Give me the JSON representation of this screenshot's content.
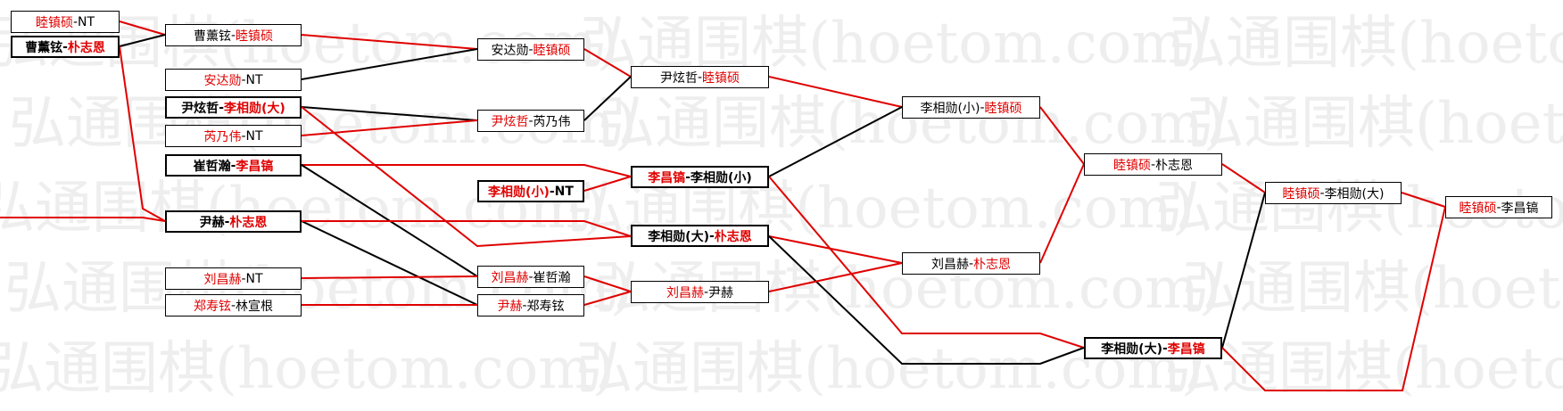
{
  "watermark": "弘通围棋(hoetom.com)",
  "colors": {
    "red": "#e00000",
    "black": "#000000",
    "watermark": "#eeeeee"
  },
  "matches": [
    {
      "id": "r1m1",
      "p1": "睦镇硕",
      "p2": "NT",
      "winner": 1,
      "bold": false
    },
    {
      "id": "r1m2",
      "p1": "曹薰铉",
      "p2": "朴志恩",
      "winner": 2,
      "bold": true
    },
    {
      "id": "r1m3",
      "p1": "安达勋",
      "p2": "NT",
      "winner": 1,
      "bold": false
    },
    {
      "id": "r1m4",
      "p1": "尹炫哲",
      "p2": "李相勋(大)",
      "winner": 2,
      "bold": true
    },
    {
      "id": "r1m5",
      "p1": "芮乃伟",
      "p2": "NT",
      "winner": 1,
      "bold": false
    },
    {
      "id": "r1m6",
      "p1": "崔哲瀚",
      "p2": "李昌镐",
      "winner": 2,
      "bold": true
    },
    {
      "id": "r1m7",
      "p1": "尹赫",
      "p2": "朴志恩",
      "winner": 2,
      "bold": true
    },
    {
      "id": "r1m8",
      "p1": "刘昌赫",
      "p2": "NT",
      "winner": 1,
      "bold": false
    },
    {
      "id": "r1m9",
      "p1": "郑寿铉",
      "p2": "林宣根",
      "winner": 1,
      "bold": false
    },
    {
      "id": "r2m1",
      "p1": "曹薰铉",
      "p2": "睦镇硕",
      "winner": 2,
      "bold": false
    },
    {
      "id": "r2m2",
      "p1": "李相勋(小)",
      "p2": "NT",
      "winner": 1,
      "bold": true
    },
    {
      "id": "r3m1",
      "p1": "安达勋",
      "p2": "睦镇硕",
      "winner": 2,
      "bold": false
    },
    {
      "id": "r3m2",
      "p1": "尹炫哲",
      "p2": "芮乃伟",
      "winner": 1,
      "bold": false
    },
    {
      "id": "r3m3",
      "p1": "刘昌赫",
      "p2": "崔哲瀚",
      "winner": 1,
      "bold": false
    },
    {
      "id": "r3m4",
      "p1": "尹赫",
      "p2": "郑寿铉",
      "winner": 1,
      "bold": false
    },
    {
      "id": "r4m1",
      "p1": "尹炫哲",
      "p2": "睦镇硕",
      "winner": 2,
      "bold": false
    },
    {
      "id": "r4m2",
      "p1": "李昌镐",
      "p2": "李相勋(小)",
      "winner": 1,
      "bold": true
    },
    {
      "id": "r4m3",
      "p1": "李相勋(大)",
      "p2": "朴志恩",
      "winner": 2,
      "bold": true
    },
    {
      "id": "r4m4",
      "p1": "刘昌赫",
      "p2": "尹赫",
      "winner": 1,
      "bold": false
    },
    {
      "id": "r5m1",
      "p1": "李相勋(小)",
      "p2": "睦镇硕",
      "winner": 2,
      "bold": false
    },
    {
      "id": "r5m2",
      "p1": "刘昌赫",
      "p2": "朴志恩",
      "winner": 2,
      "bold": false
    },
    {
      "id": "r6m1",
      "p1": "睦镇硕",
      "p2": "朴志恩",
      "winner": 1,
      "bold": false
    },
    {
      "id": "r6m2",
      "p1": "李相勋(大)",
      "p2": "李昌镐",
      "winner": 2,
      "bold": true
    },
    {
      "id": "r7m1",
      "p1": "睦镇硕",
      "p2": "李相勋(大)",
      "winner": 1,
      "bold": false
    },
    {
      "id": "r8m1",
      "p1": "睦镇硕",
      "p2": "李昌镐",
      "winner": 1,
      "bold": false
    }
  ]
}
